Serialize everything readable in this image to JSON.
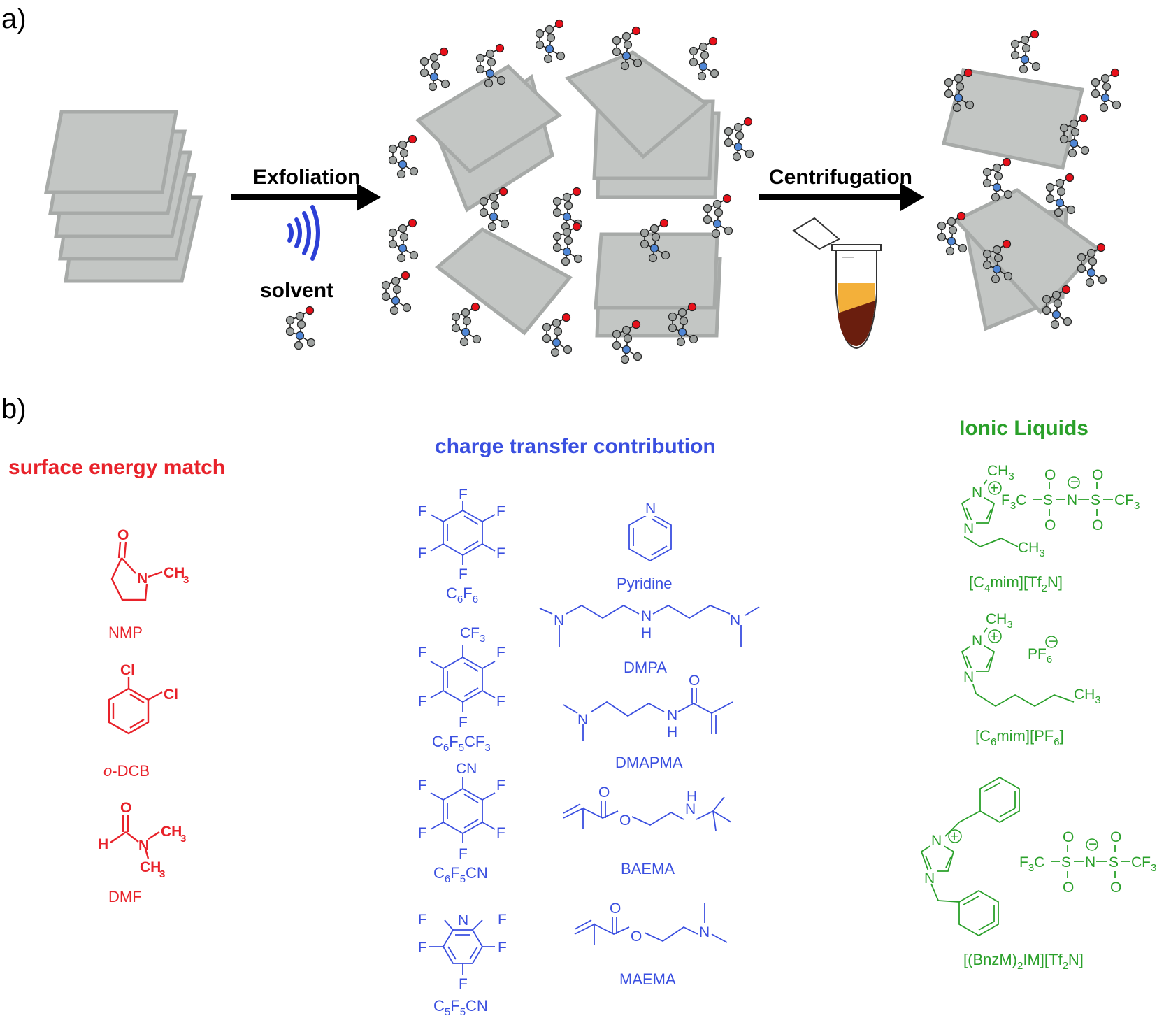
{
  "panel_a": {
    "label": "a)",
    "step1": "Exfoliation",
    "solvent": "solvent",
    "step2": "Centrifugation"
  },
  "panel_b": {
    "label": "b)",
    "surface": {
      "title": "surface energy match",
      "nmp_atoms": {
        "o": "O",
        "n": "N",
        "ch3": "CH",
        "sub3": "3"
      },
      "nmp_label": "NMP",
      "dcb_atoms": {
        "cl1": "Cl",
        "cl2": "Cl"
      },
      "dcb_label_prefix": "o",
      "dcb_label_rest": "-DCB",
      "dmf_atoms": {
        "o": "O",
        "h": "H",
        "n": "N",
        "ch3a": "CH",
        "ch3b": "CH",
        "sub3": "3"
      },
      "dmf_label": "DMF"
    },
    "charge": {
      "title": "charge transfer contribution",
      "F": "F",
      "c6f6": {
        "a": "C",
        "b": "6",
        "c": "F",
        "d": "6"
      },
      "c6f5cf3": {
        "top": "CF",
        "top_sub": "3",
        "a": "C",
        "b": "6",
        "c": "F",
        "d": "5",
        "e": "CF",
        "f": "3"
      },
      "c6f5cn": {
        "top": "CN",
        "a": "C",
        "b": "6",
        "c": "F",
        "d": "5",
        "e": "CN"
      },
      "c5f5cn": {
        "n": "N",
        "a": "C",
        "b": "5",
        "c": "F",
        "d": "5",
        "e": "CN"
      },
      "pyridine": {
        "n": "N",
        "label": "Pyridine"
      },
      "dmpa": {
        "n1": "N",
        "nh": "N",
        "h": "H",
        "n2": "N",
        "label": "DMPA"
      },
      "dmapma": {
        "n": "N",
        "nh": "N",
        "h": "H",
        "o": "O",
        "label": "DMAPMA"
      },
      "baema": {
        "o1": "O",
        "o2": "O",
        "n": "N",
        "h": "H",
        "label": "BAEMA"
      },
      "maema": {
        "o1": "O",
        "o2": "O",
        "n": "N",
        "label": "MAEMA"
      }
    },
    "ionic": {
      "title": "Ionic Liquids",
      "il1": {
        "ch3": "CH",
        "s3": "3",
        "n1": "N",
        "n2": "N",
        "plus": "+",
        "ch3b": "CH",
        "f3c": "F",
        "f3c_sub": "3",
        "f3c_c": "C",
        "s": "S",
        "nminus": "N",
        "minus": "−",
        "o": "O",
        "cf3": "CF",
        "cf3_sub": "3",
        "label": [
          "[C",
          "4",
          "mim][Tf",
          "2",
          "N]"
        ]
      },
      "il2": {
        "ch3": "CH",
        "s3": "3",
        "n1": "N",
        "n2": "N",
        "plus": "+",
        "pf": "PF",
        "pf_sub": "6",
        "minus": "−",
        "ch3b": "CH",
        "label": [
          "[C",
          "6",
          "mim][PF",
          "6",
          "]"
        ]
      },
      "il3": {
        "n1": "N",
        "n2": "N",
        "plus": "+",
        "f3c": "F",
        "f3c_sub": "3",
        "f3c_c": "C",
        "s": "S",
        "nminus": "N",
        "minus": "−",
        "o": "O",
        "cf": "CF",
        "cf_sub": "3",
        "label": [
          "[(BnzM)",
          "2",
          "IM][Tf",
          "2",
          "N]"
        ]
      }
    }
  },
  "colors": {
    "surface": "#e8222a",
    "charge": "#3a4fe0",
    "ionic": "#2aa02a",
    "sheet_fill": "#c3c6c4",
    "oxygen": "#e8101a",
    "nitrogen": "#4f86d6",
    "carbon": "#9ea2a0"
  }
}
